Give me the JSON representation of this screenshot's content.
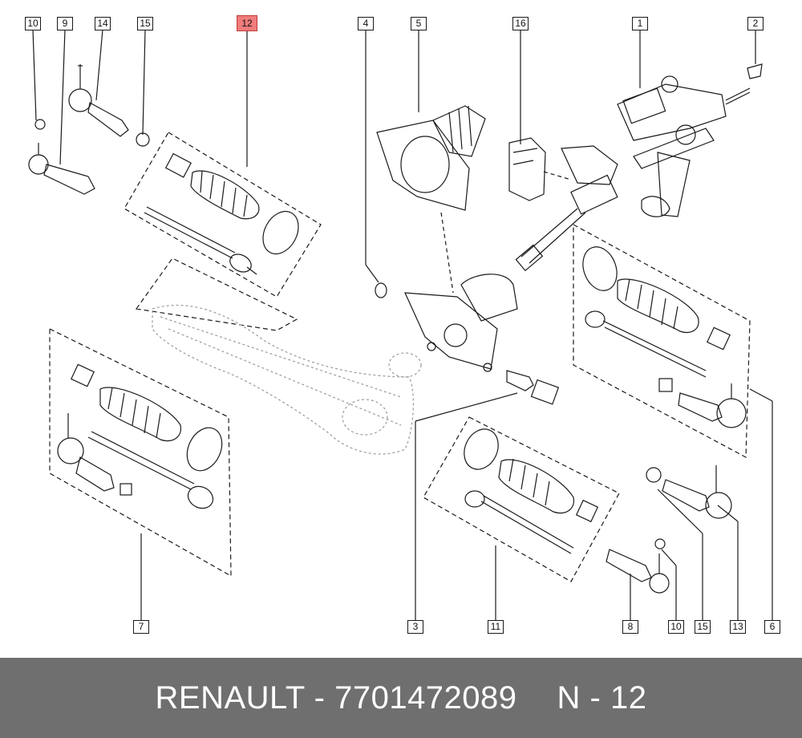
{
  "callouts": {
    "top": [
      "10",
      "9",
      "14",
      "15",
      "12",
      "4",
      "5",
      "16",
      "1",
      "2"
    ],
    "bottom": [
      "7",
      "3",
      "11",
      "8",
      "10",
      "15",
      "13",
      "6"
    ]
  },
  "highlighted_callout": "12",
  "footer": {
    "brand": "RENAULT",
    "separator": " - ",
    "part_number": "7701472089",
    "reference": "N - 12"
  },
  "colors": {
    "footer_bg": "#6f6f6f",
    "footer_text": "#ffffff",
    "highlight": "#f07b7b",
    "line": "#1a1a1a"
  }
}
